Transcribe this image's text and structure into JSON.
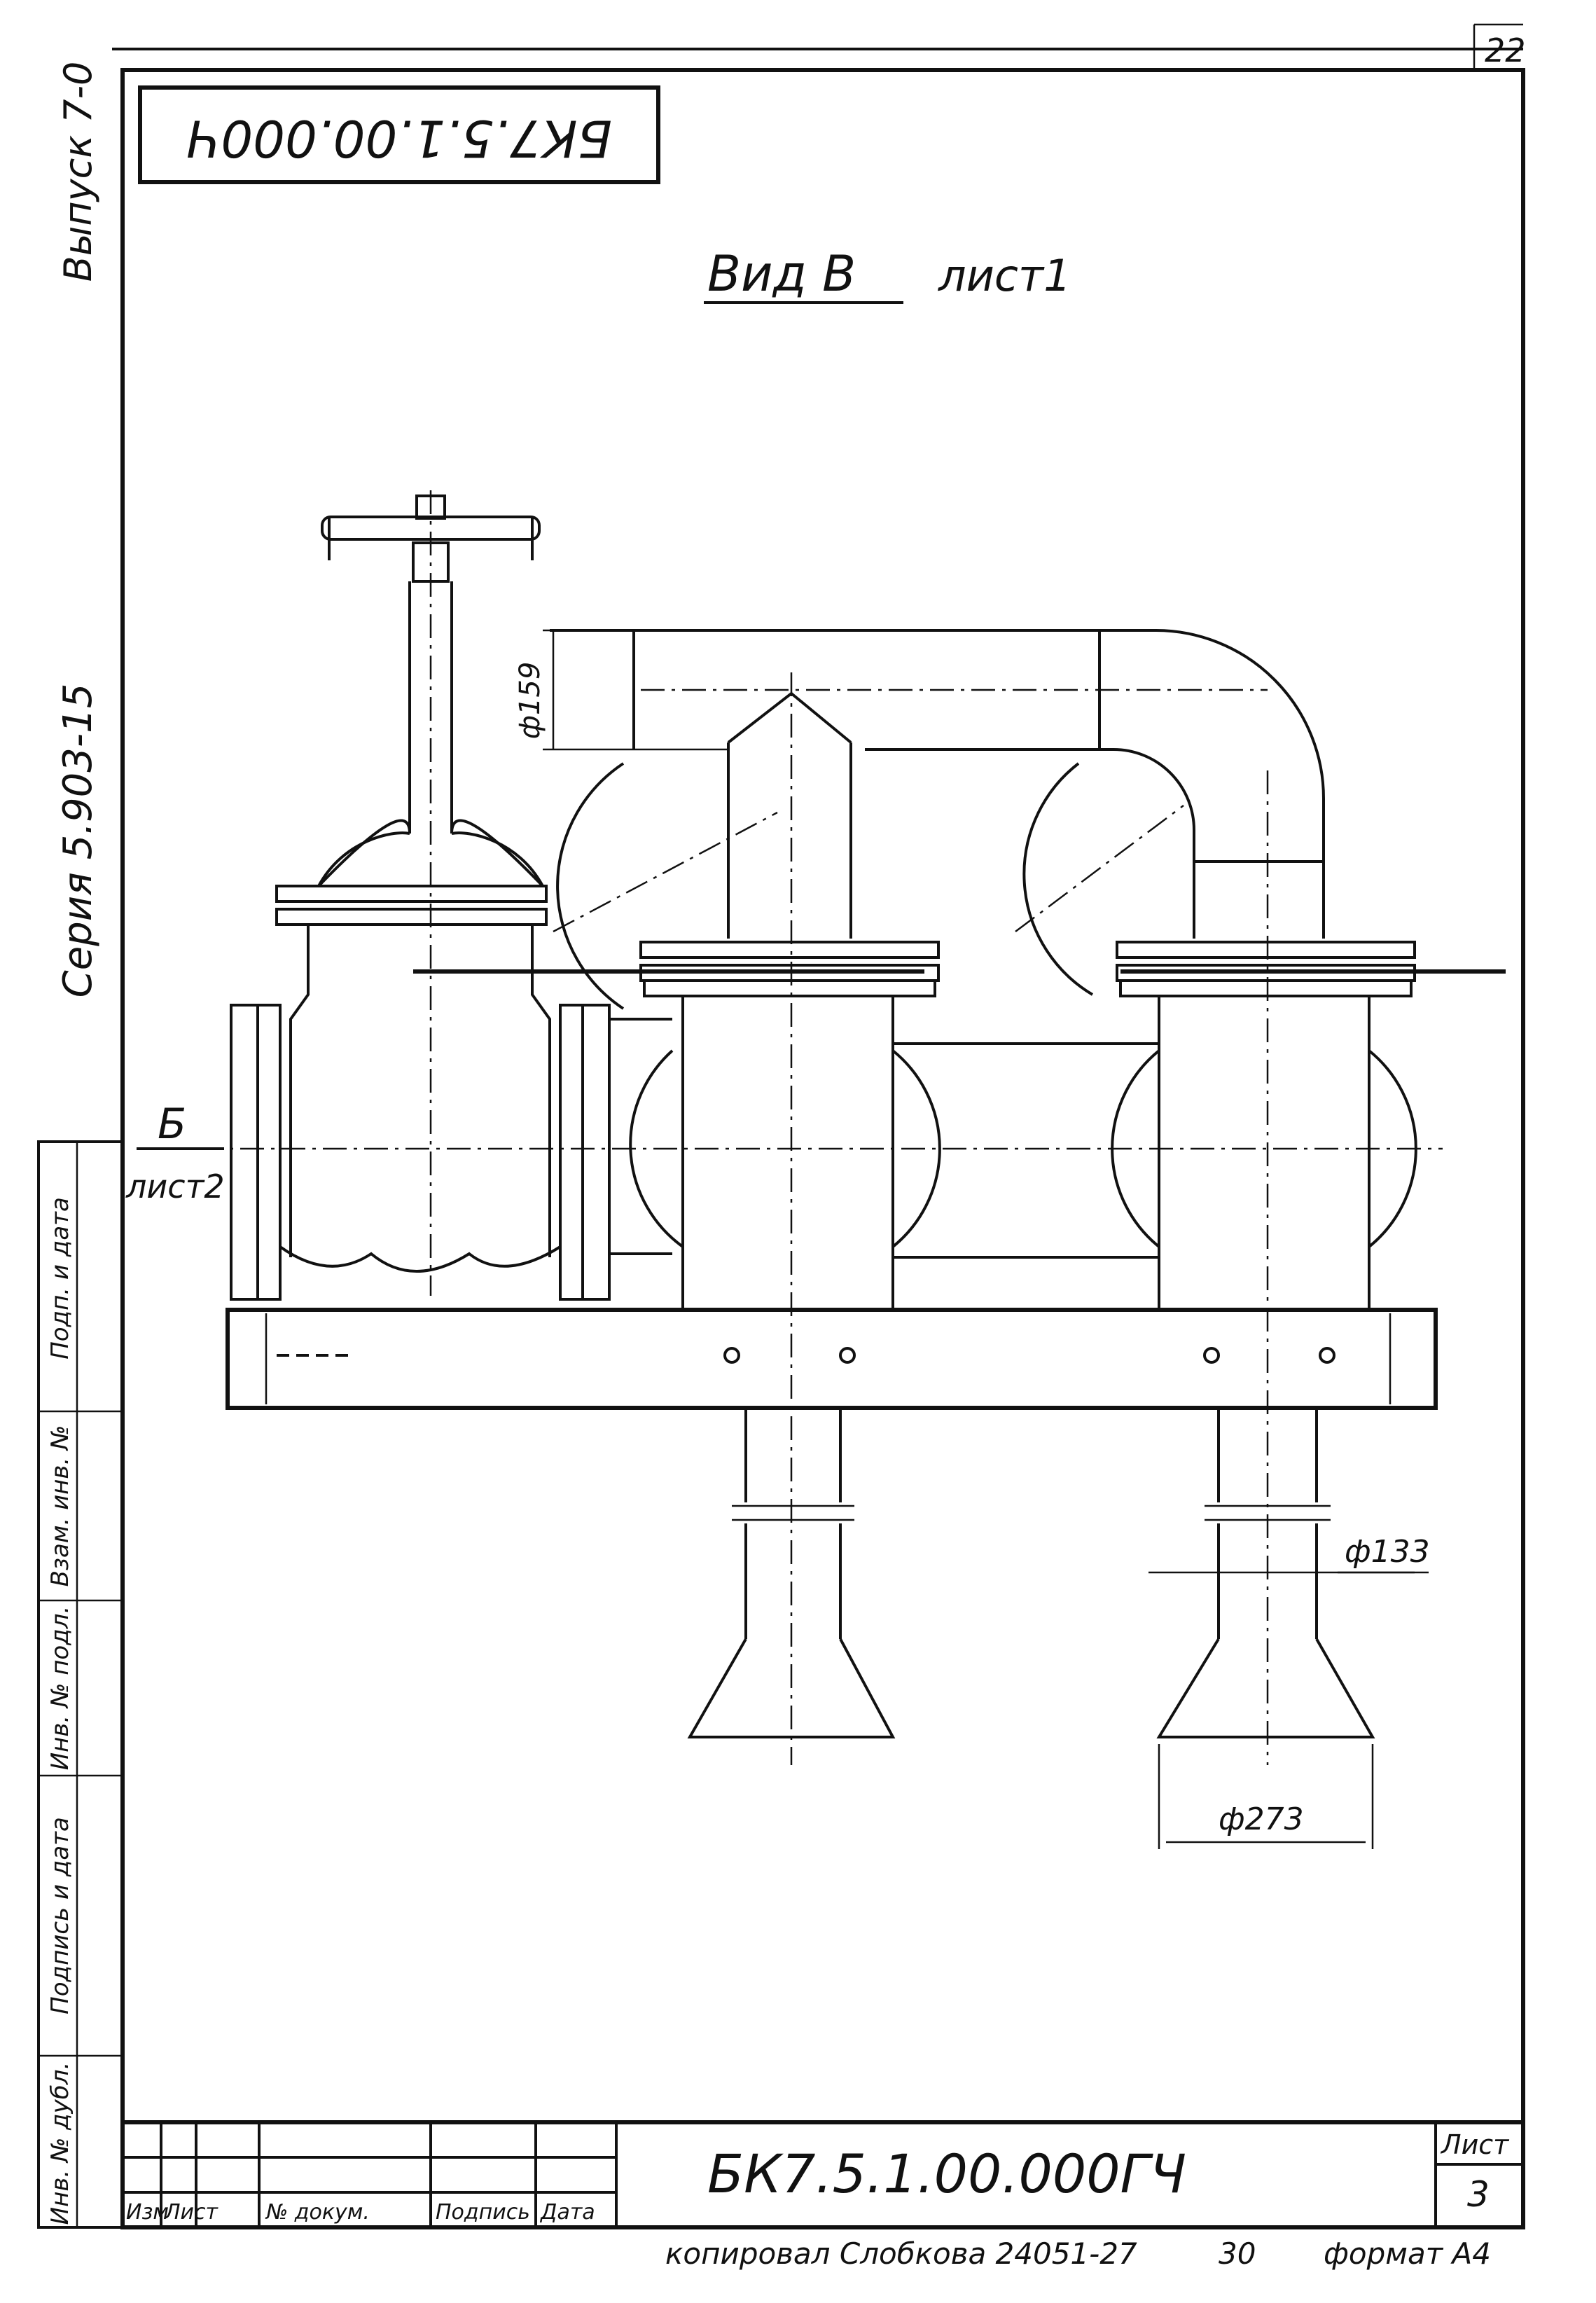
{
  "sheet_corner_number": "22",
  "stamp_code_rotated": "БК7.5.1.00.000Ч",
  "left_margin": {
    "issue": "Выпуск 7-0",
    "series": "Серия 5.903-15"
  },
  "view_caption": {
    "view": "Вид В",
    "sheet_ref": "лист1"
  },
  "section_marker": {
    "letter": "Б",
    "sheet_ref": "лист2"
  },
  "dimensions": {
    "d159": "ф159",
    "d133": "ф133",
    "d273": "ф273"
  },
  "side_strip_labels": [
    "Подп. и дата",
    "Взам. инв. №",
    "Инв. № подл.",
    "Подпись и дата",
    "Инв. № дубл."
  ],
  "title_block": {
    "headers": [
      "Изм",
      "Лист",
      "№ докум.",
      "Подпись",
      "Дата"
    ],
    "code": "БК7.5.1.00.000ГЧ",
    "sheet_label": "Лист",
    "sheet_number": "3"
  },
  "footer": {
    "copied_by": "копировал Слобкова 24051-27",
    "number": "30",
    "format": "формат А4"
  }
}
